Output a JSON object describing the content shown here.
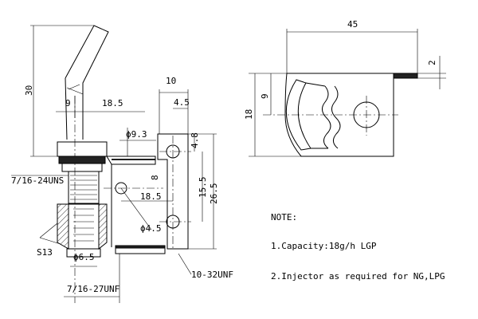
{
  "dimensions": {
    "d30": "30",
    "d9_left": "9",
    "d18_5_top": "18.5",
    "d10": "10",
    "d4_5_top": "4.5",
    "phi9_3": "ϕ9.3",
    "d4_8": "4.8",
    "d8": "8",
    "d18_5_mid": "18.5",
    "d15_5": "15.5",
    "d26_5": "26.5",
    "phi4_5": "ϕ4.5",
    "unf_left_top": "7/16-24UNS",
    "s13": "S13",
    "phi6_5": "ϕ6.5",
    "unf_bottom": "7/16-27UNF",
    "unf_right": "10-32UNF",
    "d45": "45",
    "d2": "2",
    "d18_side": "18",
    "d9_side": "9"
  },
  "notes": {
    "title": "NOTE:",
    "line1": "1.Capacity:18g/h    LGP",
    "line2": "2.Injector as required for NG,LPG"
  }
}
